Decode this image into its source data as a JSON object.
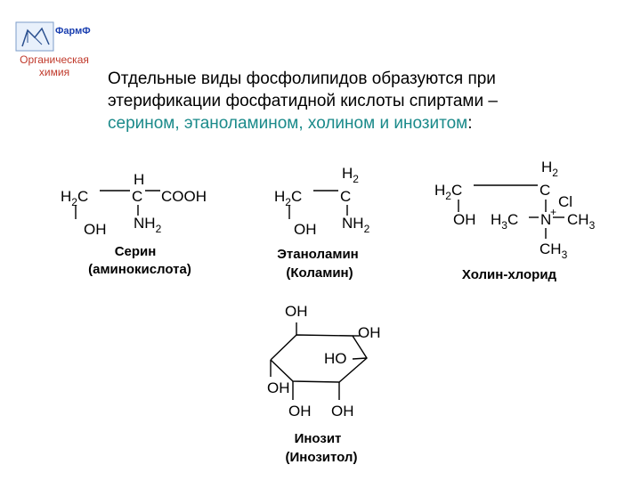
{
  "header": {
    "brand": "ФармФ",
    "course_line1": "Органическая",
    "course_line2": "химия"
  },
  "intro": {
    "text_line1": "Отдельные виды фосфолипидов образуются при",
    "text_line2": "этерификации фосфатидной кислоты спиртами –",
    "highlight": "серином, этаноламином, холином и инозитом",
    "tail": ":"
  },
  "molecules": [
    {
      "id": "serine",
      "name": "Серин",
      "subtitle": "(аминокислота)"
    },
    {
      "id": "ethanolamine",
      "name": "Этаноламин",
      "subtitle": "(Коламин)"
    },
    {
      "id": "choline",
      "name": "Холин-хлорид",
      "subtitle": ""
    },
    {
      "id": "inositol",
      "name": "Инозит",
      "subtitle": "(Инозитол)"
    }
  ],
  "colors": {
    "brand": "#1a3fb0",
    "course": "#c0392b",
    "highlight": "#1a8a8a"
  }
}
